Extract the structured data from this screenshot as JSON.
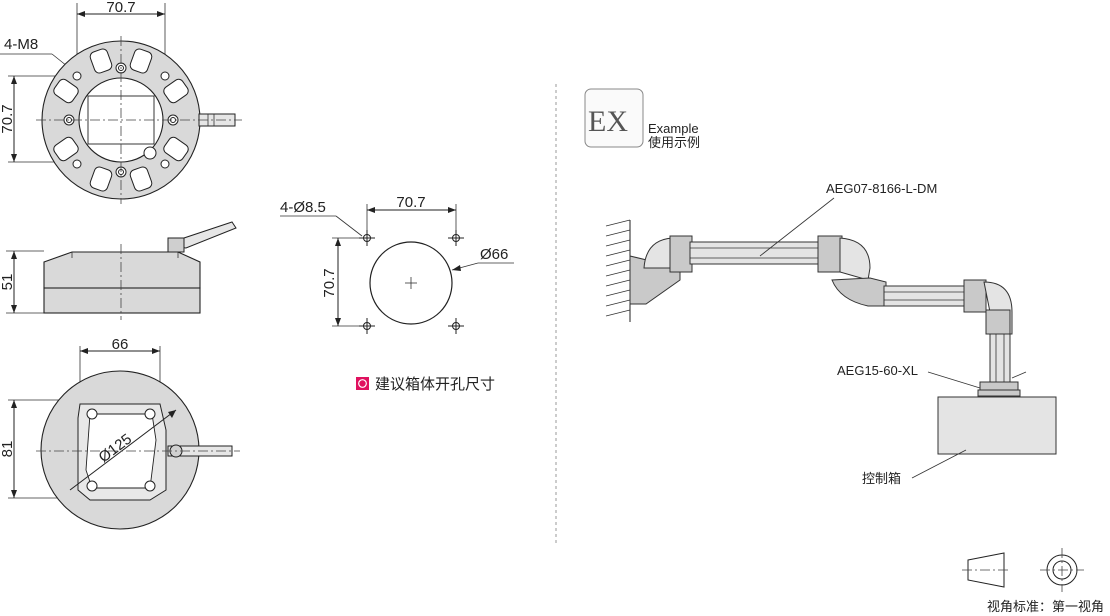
{
  "views": {
    "top": {
      "dim_width": "70.7",
      "dim_height": "70.7",
      "hole_note": "4-M8"
    },
    "side": {
      "dim_height": "51"
    },
    "bottom": {
      "dim_width": "66",
      "dim_height": "81",
      "dim_diameter": "Ø125"
    }
  },
  "cutout": {
    "hole_note": "4-Ø8.5",
    "dim_width": "70.7",
    "dim_height": "70.7",
    "dim_diameter": "Ø66",
    "legend_text": "建议箱体开孔尺寸",
    "legend_color": "#e0115f"
  },
  "example": {
    "badge_text": "EX",
    "title_en": "Example",
    "title_cn": "使用示例",
    "label_arm": "AEG07-8166-L-DM",
    "label_joint": "AEG15-60-XL",
    "label_joint_color": "#1a7bbf",
    "label_box": "控制箱"
  },
  "footer": {
    "projection_text": "视角标准：第一视角"
  }
}
